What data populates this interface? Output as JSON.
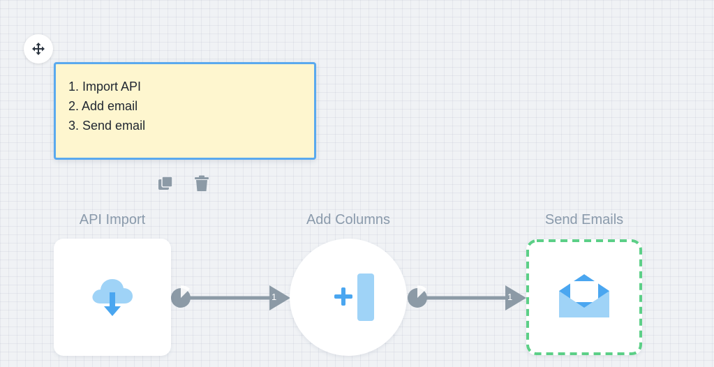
{
  "note": {
    "lines": [
      "1. Import API",
      "2. Add email",
      "3. Send email"
    ]
  },
  "note_actions": {
    "duplicate_icon": "copy-icon",
    "delete_icon": "trash-icon"
  },
  "move_handle_icon": "move-arrows-icon",
  "nodes": [
    {
      "label": "API Import",
      "icon": "cloud-download-icon"
    },
    {
      "label": "Add Columns",
      "icon": "add-column-icon"
    },
    {
      "label": "Send Emails",
      "icon": "open-envelope-icon"
    }
  ],
  "connections": [
    {
      "count": "1"
    },
    {
      "count": "1"
    }
  ],
  "colors": {
    "accent_blue": "#5aa9ee",
    "icon_blue": "#4aa6f0",
    "icon_light_blue": "#9fd3f7",
    "connector_gray": "#8c9aa6",
    "selected_green": "#5ccf87",
    "note_background": "#fef6cf"
  }
}
